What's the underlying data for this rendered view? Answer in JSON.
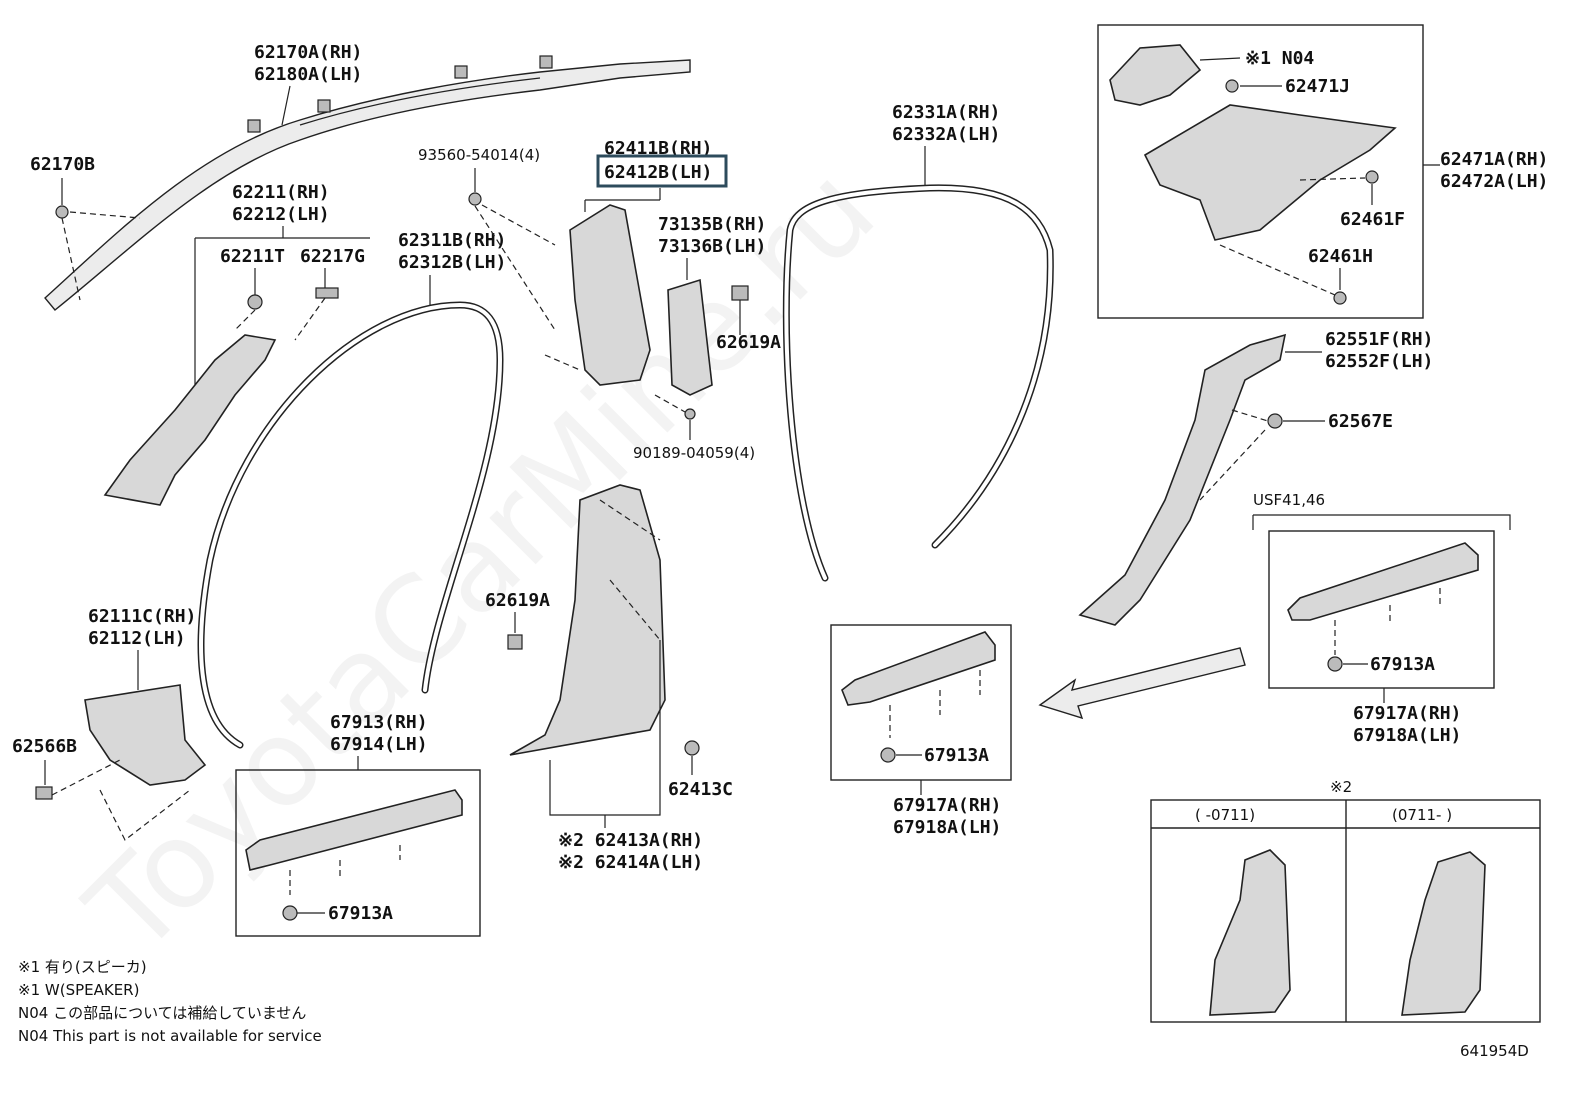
{
  "watermark": "ToyotaCarMine.ru",
  "diagram_code": "641954D",
  "variant_label": "USF41,46",
  "note2_mark": "※2",
  "notes": [
    "※1 有り(スピーカ)",
    "※1 W(SPEAKER)",
    "N04 この部品については補給していません",
    "N04 This part is not available for service"
  ],
  "inset_headers": [
    "(      -0711)",
    "(0711-      )"
  ],
  "labels": {
    "l62170A": "62170A(RH)",
    "l62180A": "62180A(LH)",
    "l62170B": "62170B",
    "l62211": "62211(RH)",
    "l62212": "62212(LH)",
    "l62211T": "62211T",
    "l62217G": "62217G",
    "l93560": "93560-54014(4)",
    "l62411B": "62411B(RH)",
    "l62412B": "62412B(LH)",
    "l73135B": "73135B(RH)",
    "l73136B": "73136B(LH)",
    "l62311B": "62311B(RH)",
    "l62312B": "62312B(LH)",
    "l62619A_1": "62619A",
    "l90189": "90189-04059(4)",
    "l62331A": "62331A(RH)",
    "l62332A": "62332A(LH)",
    "l62471A": "62471A(RH)",
    "l62472A": "62472A(LH)",
    "lN04": "※1 N04",
    "l62471J": "62471J",
    "l62461F": "62461F",
    "l62461H": "62461H",
    "l62551F": "62551F(RH)",
    "l62552F": "62552F(LH)",
    "l62567E": "62567E",
    "l62111C": "62111C(RH)",
    "l62112": "62112(LH)",
    "l62566B": "62566B",
    "l62619A_2": "62619A",
    "l62413C": "62413C",
    "l62413A": "※2 62413A(RH)",
    "l62414A": "※2 62414A(LH)",
    "l67913": "67913(RH)",
    "l67914": "67914(LH)",
    "l67913A_1": "67913A",
    "l67913A_2": "67913A",
    "l67917A_1": "67917A(RH)",
    "l67918A_1": "67918A(LH)",
    "l67913A_3": "67913A",
    "l67917A_2": "67917A(RH)",
    "l67918A_2": "67918A(LH)"
  }
}
